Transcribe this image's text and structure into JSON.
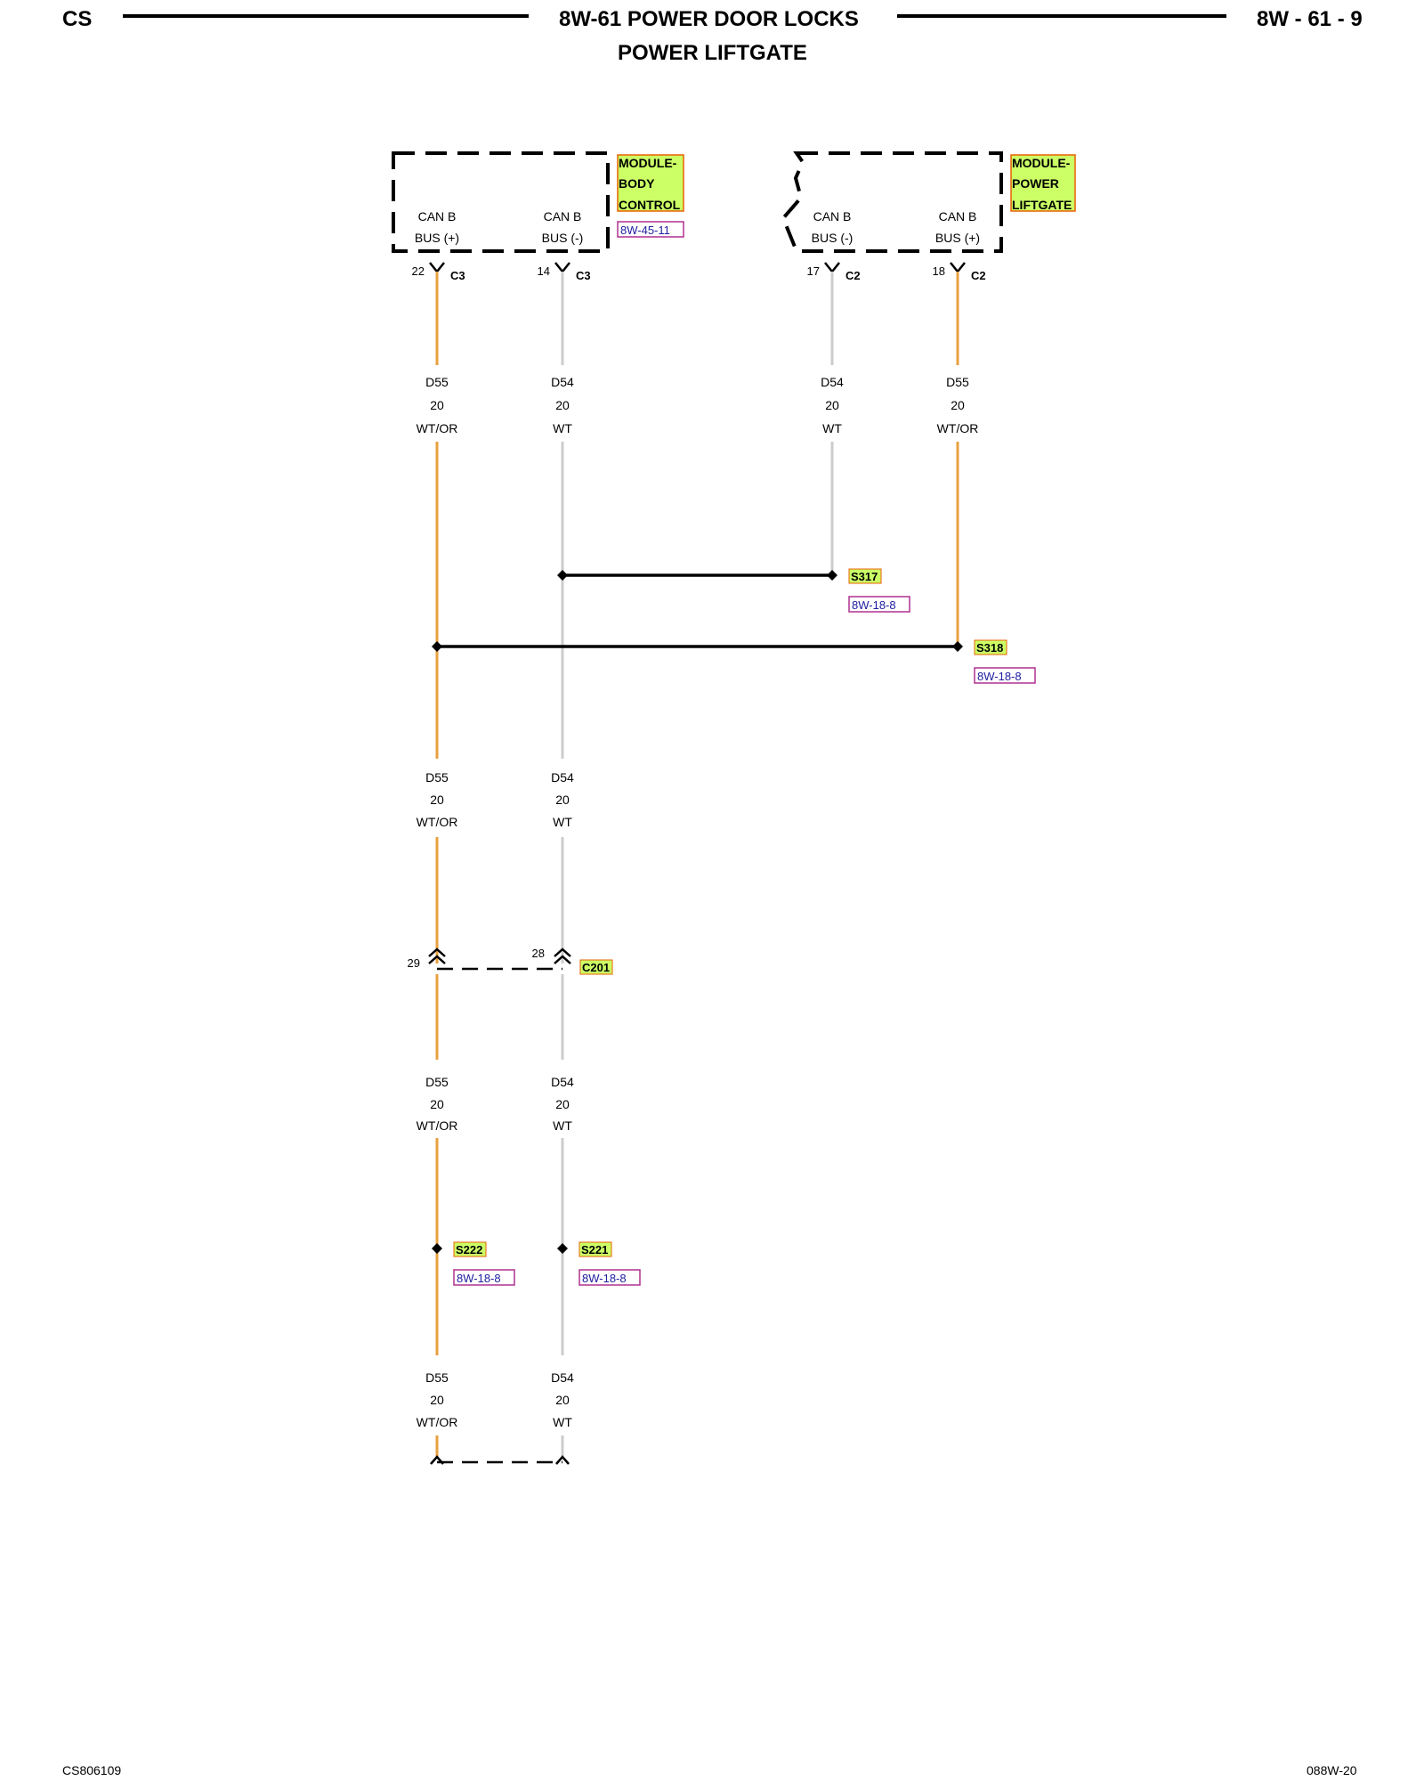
{
  "header": {
    "left_code": "CS",
    "title": "8W-61 POWER DOOR LOCKS",
    "subtitle": "POWER LIFTGATE",
    "page_number": "8W - 61 - 9"
  },
  "modules": [
    {
      "name_lines": [
        "MODULE-",
        "BODY",
        "CONTROL"
      ],
      "reference": "8W-45-11",
      "pins": [
        {
          "label_lines": [
            "CAN B",
            "BUS (+)"
          ],
          "pin": "22",
          "connector": "C3"
        },
        {
          "label_lines": [
            "CAN B",
            "BUS (-)"
          ],
          "pin": "14",
          "connector": "C3"
        }
      ]
    },
    {
      "name_lines": [
        "MODULE-",
        "POWER",
        "LIFTGATE"
      ],
      "reference": "",
      "pins": [
        {
          "label_lines": [
            "CAN B",
            "BUS (-)"
          ],
          "pin": "17",
          "connector": "C2"
        },
        {
          "label_lines": [
            "CAN B",
            "BUS (+)"
          ],
          "pin": "18",
          "connector": "C2"
        }
      ]
    }
  ],
  "wires": {
    "d55": {
      "circuit": "D55",
      "gauge": "20",
      "color_code": "WT/OR",
      "color": "#e8a040"
    },
    "d54": {
      "circuit": "D54",
      "gauge": "20",
      "color_code": "WT",
      "color": "#cccccc"
    }
  },
  "splices": [
    {
      "id": "S317",
      "reference": "8W-18-8"
    },
    {
      "id": "S318",
      "reference": "8W-18-8"
    },
    {
      "id": "S222",
      "reference": "8W-18-8"
    },
    {
      "id": "S221",
      "reference": "8W-18-8"
    }
  ],
  "inline_connector": {
    "id": "C201",
    "pins": [
      "29",
      "28"
    ]
  },
  "colors": {
    "label_fill": "#ccff66",
    "label_border": "#e86000",
    "reference_border": "#b03090",
    "reference_text": "#2020a0",
    "wire_orange": "#e8a040",
    "wire_gray": "#cccccc"
  },
  "footer": {
    "left": "CS806109",
    "right": "088W-20"
  }
}
